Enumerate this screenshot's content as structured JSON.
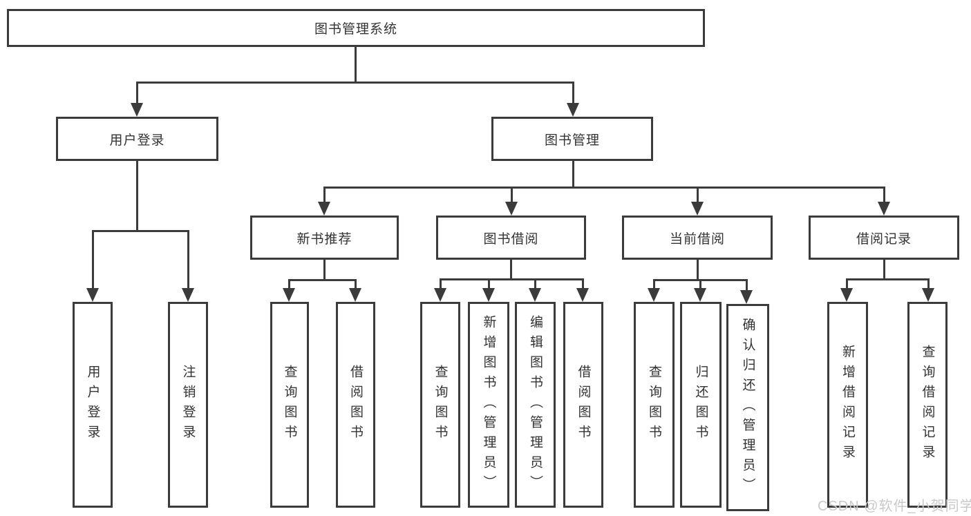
{
  "tree": {
    "label": "图书管理系统",
    "children": [
      {
        "label": "用户登录",
        "children": [
          {
            "label": "用户登录"
          },
          {
            "label": "注销登录"
          }
        ]
      },
      {
        "label": "图书管理",
        "children": [
          {
            "label": "新书推荐",
            "children": [
              {
                "label": "查询图书"
              },
              {
                "label": "借阅图书"
              }
            ]
          },
          {
            "label": "图书借阅",
            "children": [
              {
                "label": "查询图书"
              },
              {
                "label": "新增图书（管理员）"
              },
              {
                "label": "编辑图书（管理员）"
              },
              {
                "label": "借阅图书"
              }
            ]
          },
          {
            "label": "当前借阅",
            "children": [
              {
                "label": "查询图书"
              },
              {
                "label": "归还图书"
              },
              {
                "label": "确认归还（管理员）"
              }
            ]
          },
          {
            "label": "借阅记录",
            "children": [
              {
                "label": "新增借阅记录"
              },
              {
                "label": "查询借阅记录"
              }
            ]
          }
        ]
      }
    ]
  },
  "watermark": {
    "text": "CSDN @软件_小贺同学"
  },
  "colors": {
    "line": "#3b3b3b",
    "text": "#333333",
    "watermark": "#c9c9c9",
    "background": "#ffffff"
  }
}
